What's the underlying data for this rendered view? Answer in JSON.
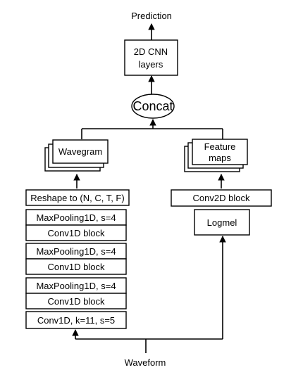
{
  "diagram": {
    "output_label": "Prediction",
    "cnn_line1": "2D CNN",
    "cnn_line2": "layers",
    "concat_label": "Concat",
    "wavegram_label": "Wavegram",
    "feature_line1": "Feature",
    "feature_line2": "maps",
    "reshape_label": "Reshape to (N, C, T, F)",
    "wave_blocks": [
      {
        "pool": "MaxPooling1D, s=4",
        "conv": "Conv1D block"
      },
      {
        "pool": "MaxPooling1D, s=4",
        "conv": "Conv1D block"
      },
      {
        "pool": "MaxPooling1D, s=4",
        "conv": "Conv1D block"
      }
    ],
    "first_conv_label": "Conv1D, k=11, s=5",
    "conv2d_label": "Conv2D block",
    "logmel_label": "Logmel",
    "input_label": "Waveform"
  }
}
